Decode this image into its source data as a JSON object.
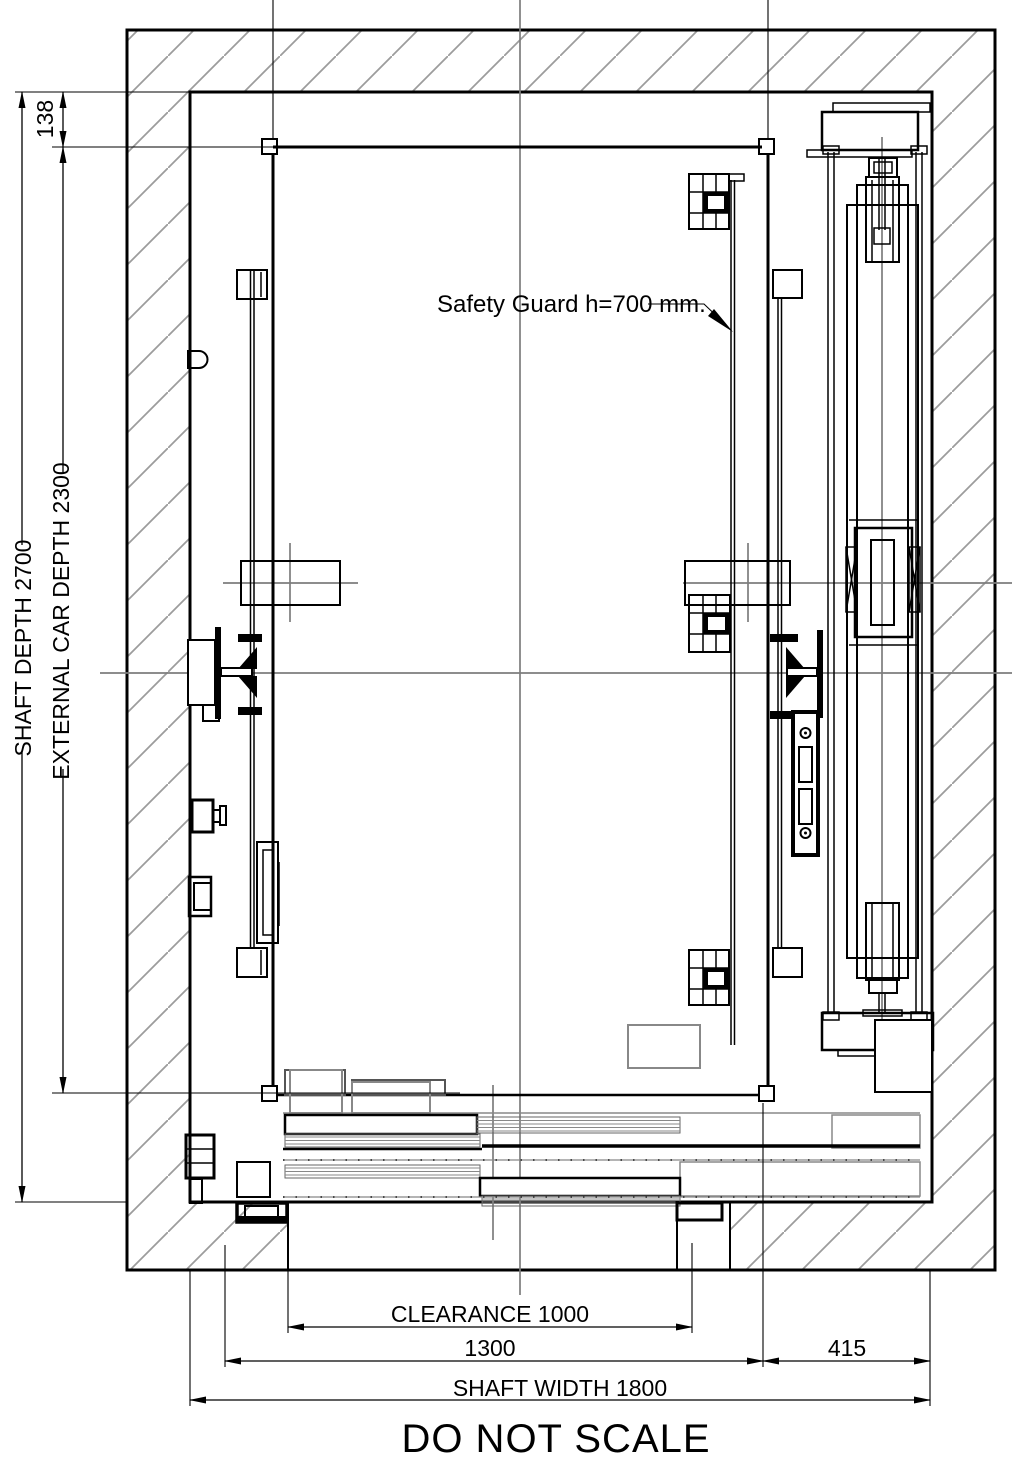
{
  "drawing": {
    "note": "DO NOT SCALE",
    "annotation": {
      "safety_guard": "Safety Guard h=700 mm."
    },
    "dimensions": {
      "shaft_depth": "SHAFT DEPTH 2700",
      "external_car_depth": "EXTERNAL CAR DEPTH 2300",
      "top_offset": "138",
      "clearance": "CLEARANCE 1000",
      "car_width": "1300",
      "counterweight_space": "415",
      "shaft_width": "SHAFT WIDTH 1800"
    },
    "colors": {
      "line": "#000000",
      "centerline": "#7d7d7d",
      "hatch": "#9c9c9c",
      "door_gray": "#888888"
    }
  }
}
